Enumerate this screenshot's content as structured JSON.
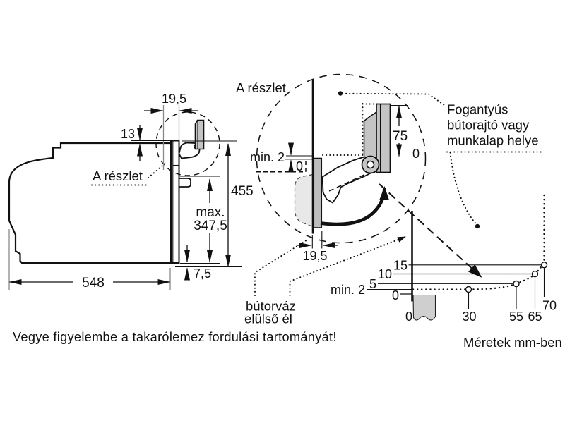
{
  "side_view": {
    "dim_top_width": "19,5",
    "dim_front_top": "13",
    "detail_ref": "A részlet",
    "dim_height": "455",
    "dim_max_1": "max.",
    "dim_max_2": "347,5",
    "dim_bottom_offset": "7,5",
    "dim_depth": "548"
  },
  "detail_view": {
    "label": "A részlet",
    "dim_min_gap": "min. 2",
    "dim_zero_left": "0",
    "dim_door_height": "75",
    "dim_zero_right": "0",
    "dim_thickness": "19,5"
  },
  "notes": {
    "handle_space_1": "Fogantyús",
    "handle_space_2": "bútorajtó vagy",
    "handle_space_3": "munkalap helye",
    "front_edge_1": "bútorváz",
    "front_edge_2": "elülső él",
    "warning": "Vegye figyelembe a takarólemez fordulási tartományát!",
    "units": "Méretek mm-ben"
  },
  "chart_data": {
    "type": "line",
    "x": [
      0,
      30,
      55,
      65,
      70
    ],
    "y": [
      2,
      2,
      5,
      10,
      15
    ],
    "x_ticks": [
      "0",
      "30",
      "55",
      "65",
      "70"
    ],
    "y_ticks": [
      "15",
      "10",
      "5",
      "0"
    ],
    "y_min_label": "min. 2",
    "caption": "Méretek mm-ben",
    "xlabel": "",
    "ylabel": "",
    "ylim": [
      0,
      15
    ],
    "grid": false,
    "legend": false
  }
}
